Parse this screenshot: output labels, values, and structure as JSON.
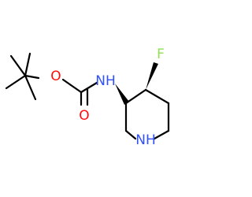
{
  "molecule": {
    "atoms": {
      "o_ester": {
        "symbol": "O",
        "color": "#ff0d0d"
      },
      "o_carbonyl": {
        "symbol": "O",
        "color": "#ff0d0d"
      },
      "n_amide": {
        "symbol": "NH",
        "color": "#3050f8"
      },
      "n_ring": {
        "symbol": "NH",
        "color": "#3050f8"
      },
      "fluorine": {
        "symbol": "F",
        "color": "#90e050"
      }
    },
    "bond_color": "#000000"
  }
}
